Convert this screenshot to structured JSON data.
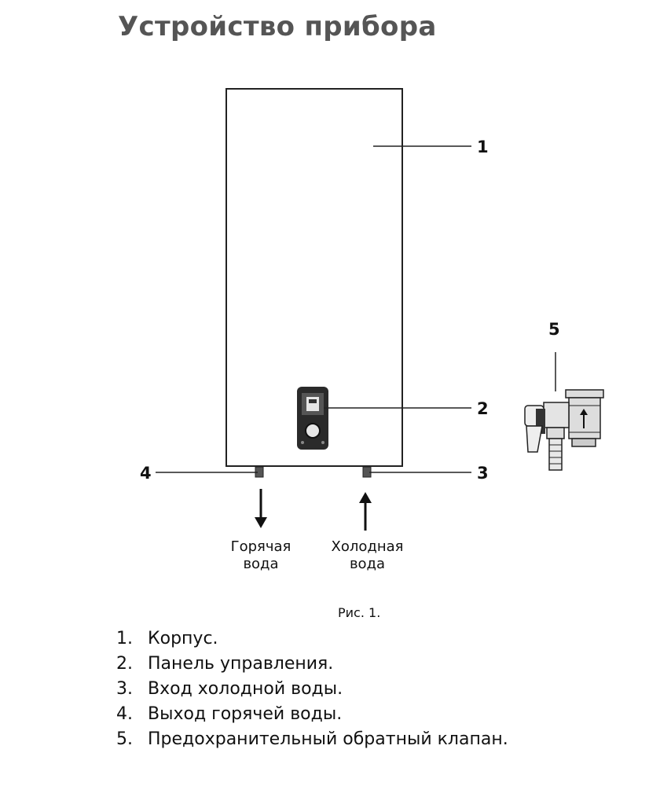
{
  "title": "Устройство прибора",
  "callouts": {
    "c1": "1",
    "c2": "2",
    "c3": "3",
    "c4": "4",
    "c5": "5"
  },
  "flows": {
    "hot": {
      "line1": "Горячая",
      "line2": "вода",
      "direction": "down"
    },
    "cold": {
      "line1": "Холодная",
      "line2": "вода",
      "direction": "up"
    }
  },
  "caption": "Рис. 1.",
  "legend": [
    {
      "num": "1.",
      "text": "Корпус."
    },
    {
      "num": "2.",
      "text": "Панель управления."
    },
    {
      "num": "3.",
      "text": "Вход холодной воды."
    },
    {
      "num": "4.",
      "text": "Выход горячей воды."
    },
    {
      "num": "5.",
      "text": "Предохранительный обратный клапан."
    }
  ],
  "icons": [
    "water-heater-body-icon",
    "control-panel-icon",
    "safety-valve-icon"
  ]
}
